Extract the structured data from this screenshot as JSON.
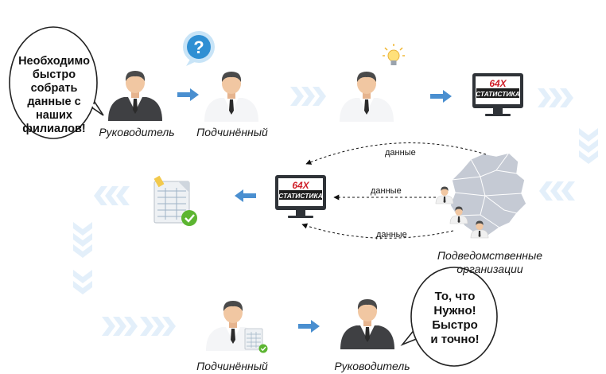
{
  "top_row": {
    "bubble_text": "Необходимо быстро собрать данные с наших филиалов!",
    "boss_caption": "Руководитель",
    "subordinate_caption": "Подчинённый"
  },
  "monitor_logo": {
    "line1": "64X",
    "line2": "СТАТИСТИКА"
  },
  "middle_row": {
    "flow_labels": [
      "данные",
      "данные",
      "данные"
    ],
    "orgs_caption_line1": "Подведомственные",
    "orgs_caption_line2": "организации"
  },
  "bottom_row": {
    "subordinate_caption": "Подчинённый",
    "boss_caption": "Руководитель",
    "bubble_text": "То, что Нужно! Быстро и точно!"
  },
  "colors": {
    "arrow_blue": "#4a8fd0",
    "chevron_light": "#e3effa",
    "map_gray": "#c5cad4",
    "suit_dark": "#3f4043",
    "check_green": "#5cb531"
  }
}
